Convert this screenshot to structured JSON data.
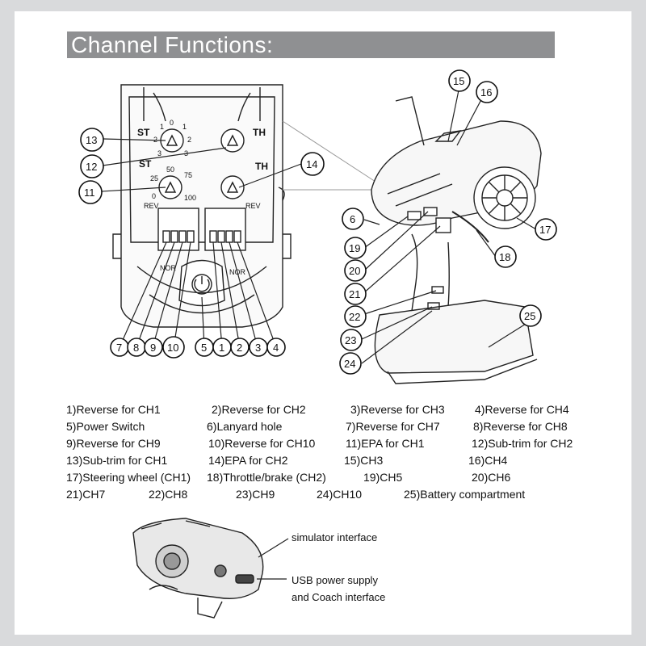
{
  "title": "Channel Functions:",
  "callouts": [
    "1",
    "2",
    "3",
    "4",
    "5",
    "6",
    "7",
    "8",
    "9",
    "10",
    "11",
    "12",
    "13",
    "14",
    "15",
    "16",
    "17",
    "18",
    "19",
    "20",
    "21",
    "22",
    "23",
    "24",
    "25"
  ],
  "panel": {
    "st_label": "ST",
    "th_label": "TH",
    "st_label2": "ST",
    "th_label2": "TH",
    "nor_left": "NOR",
    "nor_right": "NOR",
    "rev_left": "REV",
    "rev_right": "REV",
    "dial_top_nums": [
      "0",
      "1",
      "1",
      "2",
      "2",
      "3",
      "3"
    ],
    "dial_bottom_nums": [
      "50",
      "75",
      "100",
      "25",
      "0"
    ]
  },
  "legend": {
    "r1c1": "1)Reverse for CH1",
    "r1c2": "2)Reverse for CH2",
    "r1c3": "3)Reverse for CH3",
    "r1c4": "4)Reverse for CH4",
    "r2c1": "5)Power Switch",
    "r2c2": "6)Lanyard hole",
    "r2c3": "7)Reverse for CH7",
    "r2c4": "8)Reverse for CH8",
    "r3c1": "9)Reverse for CH9",
    "r3c2": "10)Reverse for CH10",
    "r3c3": "11)EPA for CH1",
    "r3c4": "12)Sub-trim for CH2",
    "r4c1": "13)Sub-trim for CH1",
    "r4c2": "14)EPA for CH2",
    "r4c3": "15)CH3",
    "r4c4": "16)CH4",
    "r5c1": "17)Steering wheel (CH1)",
    "r5c2": "18)Throttle/brake (CH2)",
    "r5c3": "19)CH5",
    "r5c4": "20)CH6",
    "r6c1": "21)CH7",
    "r6c2": "22)CH8",
    "r6c3": "23)CH9",
    "r6c4": "24)CH10",
    "r6c5": "25)Battery compartment"
  },
  "bottom": {
    "simulator": "simulator interface",
    "usb_line1": "USB power supply",
    "usb_line2": "and Coach interface"
  }
}
